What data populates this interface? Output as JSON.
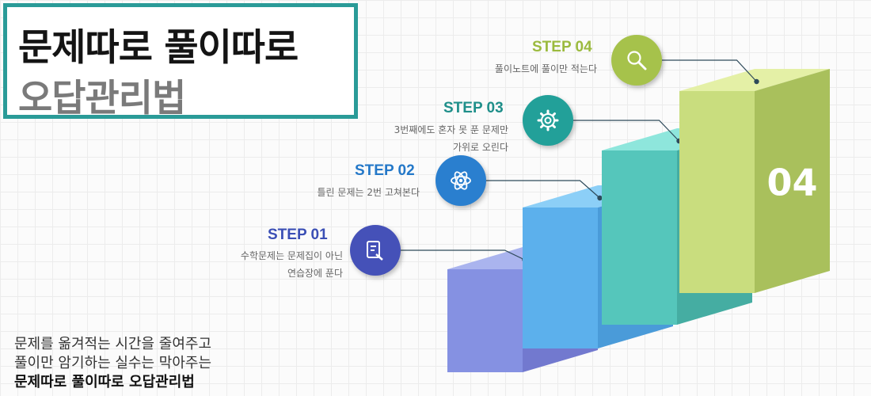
{
  "title": {
    "line1": "문제따로 풀이따로",
    "line2": "오답관리법"
  },
  "caption": {
    "line1": "문제를 옮겨적는 시간을 줄여주고",
    "line2": "풀이만 암기하는 실수는 막아주는",
    "line3": "문제따로 풀이따로 오답관리법"
  },
  "steps": [
    {
      "label": "STEP 01",
      "number": "01",
      "icon": "document-pen-icon",
      "desc_line1": "수학문제는 문제집이 아닌",
      "desc_line2": "연습장에 푼다",
      "label_color": "#3b4fb5",
      "icon_color": "#4551b8",
      "front_color": "#8591e2",
      "side_color": "#7279cf",
      "top_color": "#aab4ee"
    },
    {
      "label": "STEP 02",
      "number": "02",
      "icon": "atom-icon",
      "desc_line1": "틀린 문제는 2번 고쳐본다",
      "desc_line2": "",
      "label_color": "#2478c8",
      "icon_color": "#2a7fcf",
      "front_color": "#5cb0ec",
      "side_color": "#4a9bd9",
      "top_color": "#8ccff7"
    },
    {
      "label": "STEP 03",
      "number": "03",
      "icon": "gear-icon",
      "desc_line1": "3번째에도 혼자 못 푼 문제만",
      "desc_line2": "가위로 오린다",
      "label_color": "#1f8f8a",
      "icon_color": "#22a099",
      "front_color": "#55c6bb",
      "side_color": "#45ada2",
      "top_color": "#8ee6dc"
    },
    {
      "label": "STEP 04",
      "number": "04",
      "icon": "search-icon",
      "desc_line1": "풀이노트에 풀이만 적는다",
      "desc_line2": "",
      "label_color": "#9bba3e",
      "icon_color": "#a6c24b",
      "front_color": "#c9dd7e",
      "side_color": "#a9c05c",
      "top_color": "#e4f0a6"
    }
  ]
}
